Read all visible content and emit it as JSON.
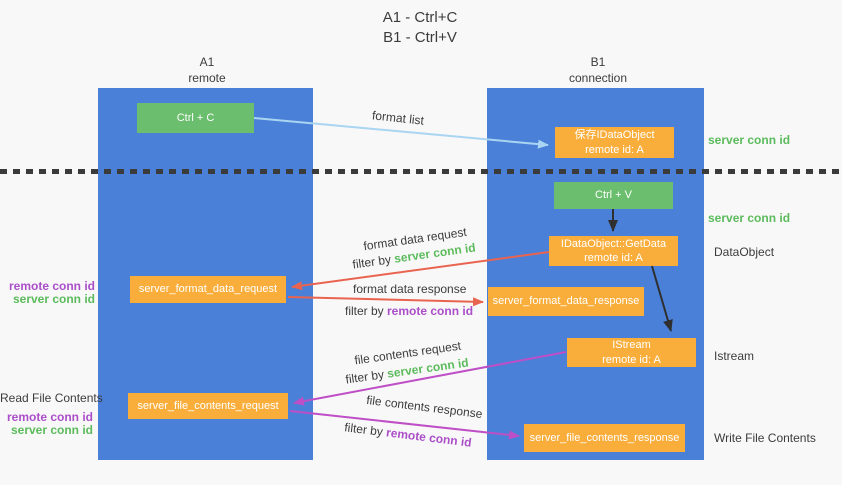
{
  "colors": {
    "bg": "#f8f8f8",
    "column_blue": "#4a80d8",
    "box_green": "#6abe6d",
    "box_orange": "#f9ae3c",
    "arrow_lightblue": "#a9d5f2",
    "arrow_red": "#e96450",
    "arrow_magenta": "#be4fc6",
    "arrow_black": "#2f2f2f",
    "text_dark": "#3c3c3c",
    "text_green": "#5cbb5c",
    "text_purple": "#ab4fc9"
  },
  "title": {
    "line1": "A1 - Ctrl+C",
    "line2": "B1 - Ctrl+V"
  },
  "columns": {
    "a": {
      "name": "A1",
      "subtitle": "remote"
    },
    "b": {
      "name": "B1",
      "subtitle": "connection"
    }
  },
  "boxes": {
    "ctrl_c": {
      "label": "Ctrl + C"
    },
    "save_dataobject": {
      "line1": "保存IDataObject",
      "line2": "remote id: A"
    },
    "ctrl_v": {
      "label": "Ctrl + V"
    },
    "getdata": {
      "line1": "IDataObject::GetData",
      "line2": "remote id: A"
    },
    "format_request": {
      "label": "server_format_data_request"
    },
    "format_response": {
      "label": "server_format_data_response"
    },
    "istream": {
      "line1": "IStream",
      "line2": "remote id: A"
    },
    "file_request": {
      "label": "server_file_contents_request"
    },
    "file_response": {
      "label": "server_file_contents_response"
    }
  },
  "side_labels": {
    "server_conn_id_top": "server conn id",
    "server_conn_id_mid": "server conn id",
    "dataobject": "DataObject",
    "istream": "Istream",
    "write_file_contents": "Write File Contents",
    "read_file_contents": "Read File Contents",
    "left_remote_1": "remote conn id",
    "left_server_1": "server conn id",
    "left_remote_2": "remote conn id",
    "left_server_2": "server conn id"
  },
  "flow_labels": {
    "format_list": "format list",
    "format_request": "format data request",
    "format_request_filter_prefix": "filter by ",
    "format_request_filter_key": "server conn id",
    "format_response": "format data response",
    "format_response_filter_prefix": "filter by ",
    "format_response_filter_key": "remote conn id",
    "file_request": "file contents request",
    "file_request_filter_prefix": "filter by ",
    "file_request_filter_key": "server conn id",
    "file_response": "file contents response",
    "file_response_filter_prefix": "filter by ",
    "file_response_filter_key": "remote conn id"
  }
}
